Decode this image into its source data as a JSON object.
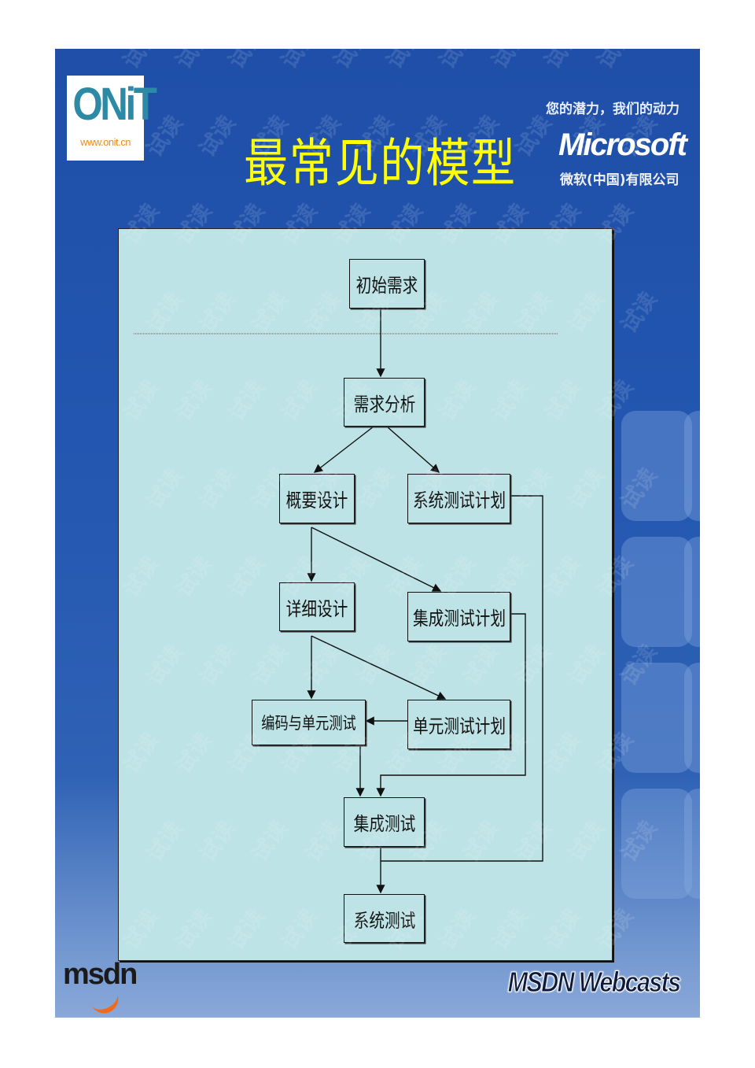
{
  "header": {
    "logo_text": "ONiT",
    "logo_url": "www.onit.cn",
    "title": "最常见的模型",
    "slogan": "您的潜力，我们的动力",
    "brand": "Microsoft",
    "brand_sub": "微软(中国)有限公司"
  },
  "footer": {
    "msdn_logo": "msdn",
    "webcasts": "MSDN Webcasts"
  },
  "watermark": "试读",
  "flowchart": {
    "nodes": {
      "initial_req": "初始需求",
      "req_analysis": "需求分析",
      "high_design": "概要设计",
      "sys_test_plan": "系统测试计划",
      "detail_design": "详细设计",
      "int_test_plan": "集成测试计划",
      "coding_unit": "编码与单元测试",
      "unit_test_plan": "单元测试计划",
      "int_test": "集成测试",
      "sys_test": "系统测试"
    }
  }
}
